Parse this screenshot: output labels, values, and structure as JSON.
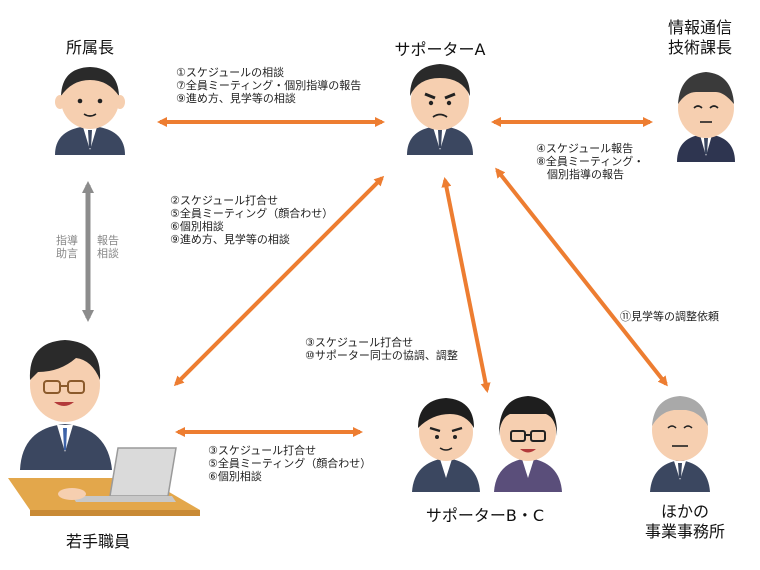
{
  "colors": {
    "arrow_orange": "#ED7D31",
    "arrow_gray": "#8C8C8C",
    "suit_dark": "#3B4760",
    "skin": "#F6CFB0",
    "hair": "#2A2A2A",
    "hair_gray": "#A9A9A9",
    "desk": "#E3A74B"
  },
  "nodes": {
    "director": "所属長",
    "supporter_a": "サポーターA",
    "it_manager_line1": "情報通信",
    "it_manager_line2": "技術課長",
    "young_staff": "若手職員",
    "supporter_bc": "サポーターB・C",
    "other_office_line1": "ほかの",
    "other_office_line2": "事業事務所"
  },
  "icons": {
    "director": "male-manager-icon",
    "supporter_a": "angry-man-icon",
    "it_manager": "older-man-icon",
    "young_staff": "man-at-laptop-icon",
    "supporter_b": "young-man-icon",
    "supporter_c": "man-with-glasses-icon",
    "other_office": "elderly-man-icon"
  },
  "notes": {
    "director_a": [
      "①スケジュールの相談",
      "⑦全員ミーティング・個別指導の報告",
      "⑨進め方、見学等の相談"
    ],
    "a_it": [
      "④スケジュール報告",
      "⑧全員ミーティング・",
      "個別指導の報告"
    ],
    "a_young": [
      "②スケジュール打合せ",
      "⑤全員ミーティング（顔合わせ）",
      "⑥個別相談",
      "⑨進め方、見学等の相談"
    ],
    "a_bc": [
      "③スケジュール打合せ",
      "⑩サポーター同士の協調、調整"
    ],
    "young_bc": [
      "③スケジュール打合せ",
      "⑤全員ミーティング（顔合わせ）",
      "⑥個別相談"
    ],
    "a_other": [
      "⑪見学等の調整依頼"
    ],
    "director_young_left": [
      "指導",
      "助言"
    ],
    "director_young_right": [
      "報告",
      "相談"
    ]
  }
}
